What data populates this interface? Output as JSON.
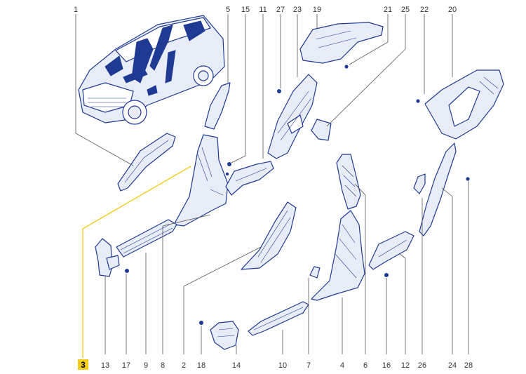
{
  "colors": {
    "line_art": "#1f3a93",
    "highlight": "#f4cc1f",
    "callout_text": "#333333"
  },
  "callouts": {
    "c1": "1",
    "c5": "5",
    "c15": "15",
    "c11": "11",
    "c27": "27",
    "c23": "23",
    "c19": "19",
    "c21": "21",
    "c25": "25",
    "c22": "22",
    "c20": "20",
    "c3": "3",
    "c13": "13",
    "c17": "17",
    "c9": "9",
    "c8": "8",
    "c2": "2",
    "c18": "18",
    "c14": "14",
    "c10": "10",
    "c7": "7",
    "c4": "4",
    "c6": "6",
    "c16": "16",
    "c12": "12",
    "c26": "26",
    "c24": "24",
    "c28": "28"
  },
  "highlighted_part": "3"
}
